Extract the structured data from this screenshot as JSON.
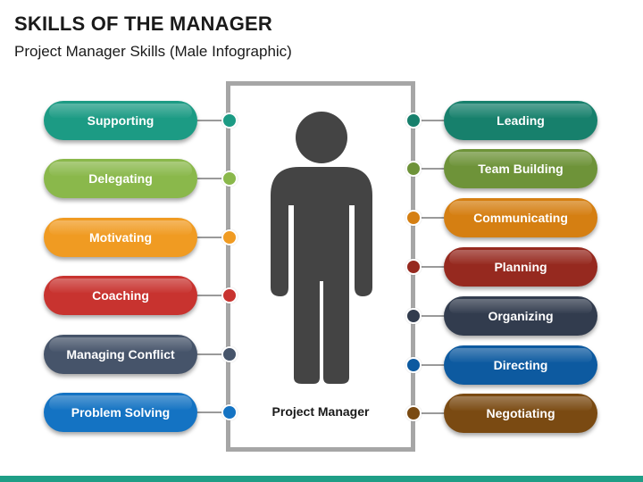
{
  "header": {
    "title": "SKILLS OF THE MANAGER",
    "subtitle": "Project Manager Skills (Male Infographic)"
  },
  "center": {
    "label": "Project Manager",
    "icon": "person-icon",
    "figure_color": "#444444",
    "frame_color": "#a6a6a6"
  },
  "left_skills": [
    {
      "label": "Supporting",
      "color": "#1c9b84"
    },
    {
      "label": "Delegating",
      "color": "#8ab84b"
    },
    {
      "label": "Motivating",
      "color": "#f09b22"
    },
    {
      "label": "Coaching",
      "color": "#c8332f"
    },
    {
      "label": "Managing Conflict",
      "color": "#46546a"
    },
    {
      "label": "Problem Solving",
      "color": "#1473c3"
    }
  ],
  "right_skills": [
    {
      "label": "Leading",
      "color": "#17806c"
    },
    {
      "label": "Team Building",
      "color": "#6e9339"
    },
    {
      "label": "Communicating",
      "color": "#d57f12"
    },
    {
      "label": "Planning",
      "color": "#96291f"
    },
    {
      "label": "Organizing",
      "color": "#323c4e"
    },
    {
      "label": "Directing",
      "color": "#0d5aa0"
    },
    {
      "label": "Negotiating",
      "color": "#7a4a12"
    }
  ],
  "footer": {
    "bar_color": "#1f9e86"
  }
}
